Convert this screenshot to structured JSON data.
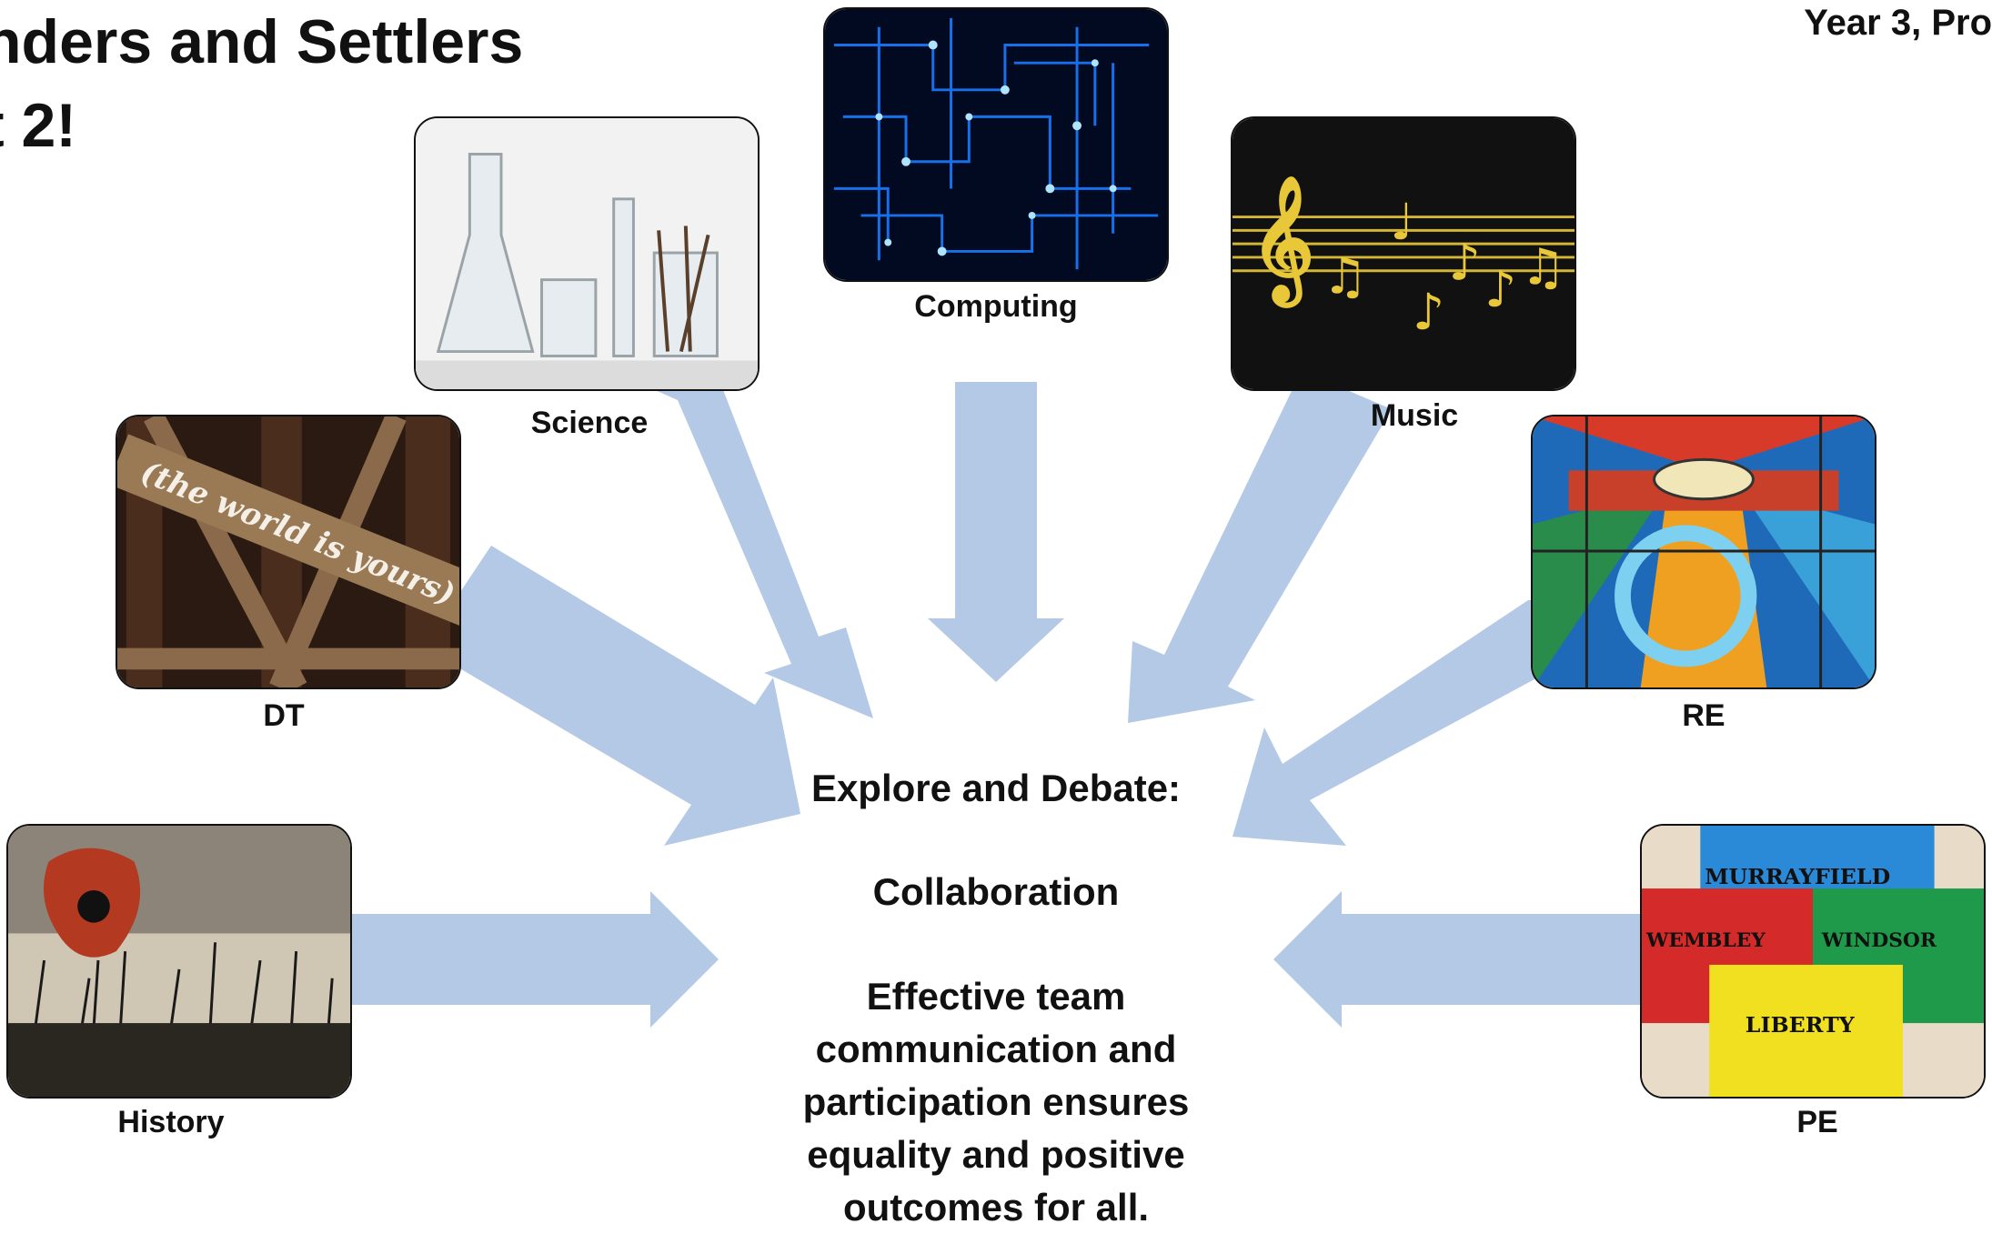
{
  "title": {
    "line1": "nders and Settlers",
    "line2": "t 2!"
  },
  "corner_text": "Year 3, Pro",
  "subjects": {
    "computing": "Computing",
    "science": "Science",
    "music": "Music",
    "dt": "DT",
    "re": "RE",
    "history": "History",
    "pe": "PE"
  },
  "dt_slogan": "(the world is yours)",
  "pe_shirts": [
    "MURRAYFIELD",
    "WEMBLEY",
    "WINDSOR",
    "LIBERTY"
  ],
  "center": {
    "heading": "Explore and Debate:",
    "subheading": "Collaboration",
    "body": "Effective team communication and participation ensures equality and positive outcomes for all."
  },
  "colors": {
    "arrow": "#b3c9e6",
    "border": "#111111"
  }
}
